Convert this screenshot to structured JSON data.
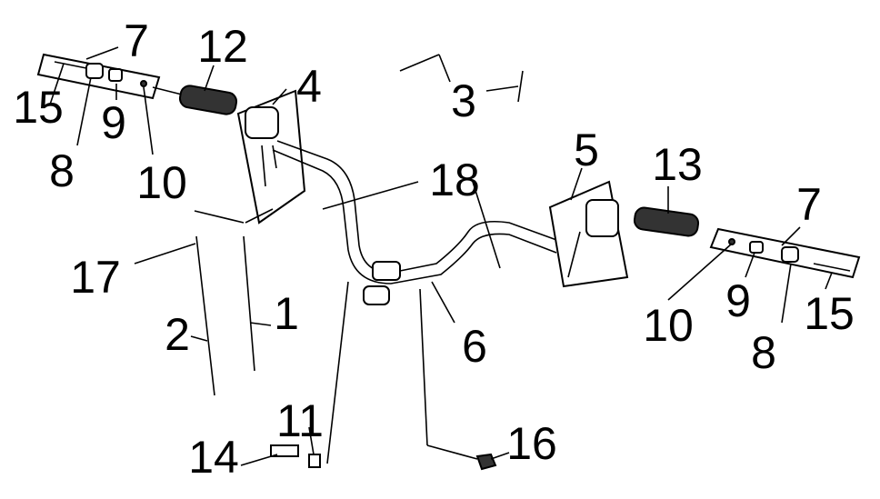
{
  "diagram": {
    "title": "Handlebar exploded parts diagram",
    "labels": {
      "l7a": "7",
      "l12": "12",
      "l4": "4",
      "l15a": "15",
      "l9a": "9",
      "l8a": "8",
      "l10a": "10",
      "l3": "3",
      "l18": "18",
      "l5": "5",
      "l13": "13",
      "l7b": "7",
      "l17": "17",
      "l2": "2",
      "l1": "1",
      "l6": "6",
      "l10b": "10",
      "l9b": "9",
      "l15b": "15",
      "l8b": "8",
      "l11": "11",
      "l14": "14",
      "l16": "16"
    }
  }
}
